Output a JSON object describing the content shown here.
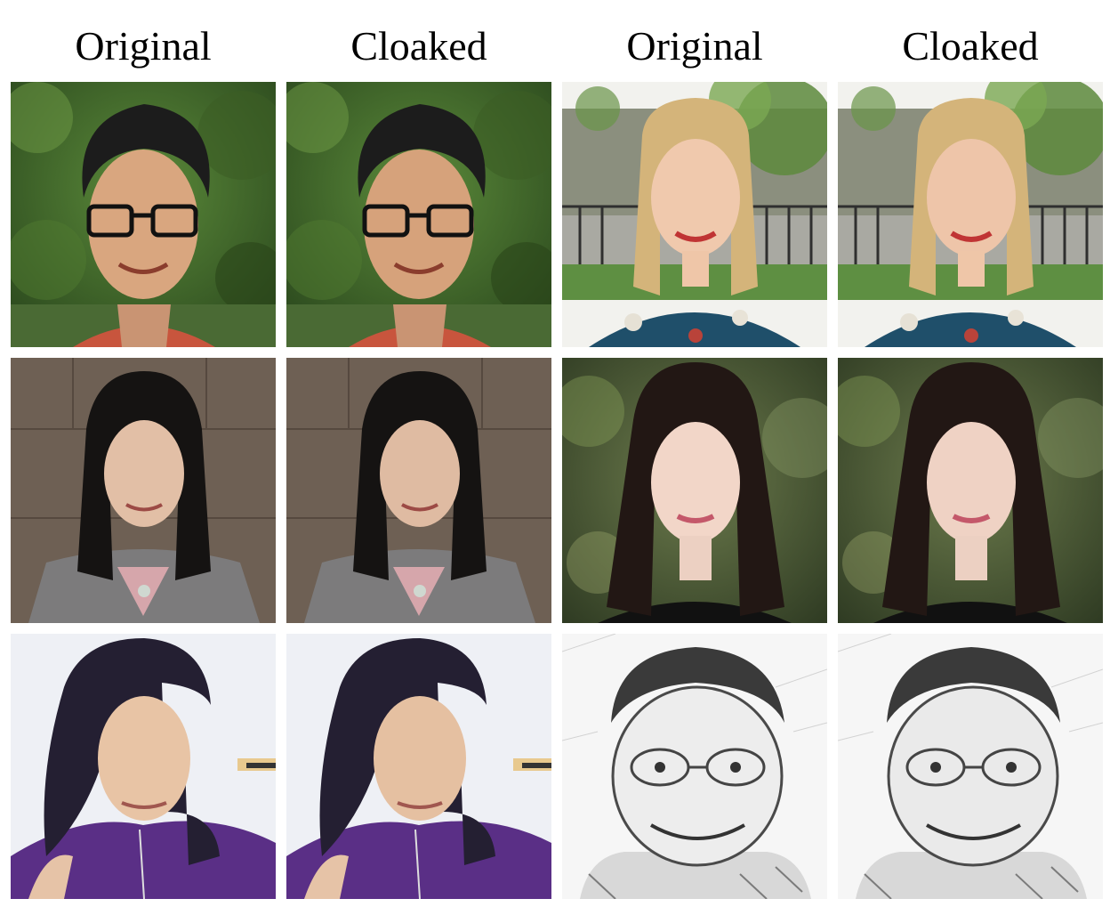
{
  "column_labels": [
    "Original",
    "Cloaked",
    "Original",
    "Cloaked"
  ],
  "grid": {
    "rows": [
      {
        "pair_left": {
          "scene": "young-man-with-glasses-green-foliage",
          "background": "#3f6d2c"
        },
        "pair_right": {
          "scene": "blonde-woman-floral-top-garden-railing",
          "background": "#9aa88a"
        }
      },
      {
        "pair_left": {
          "scene": "woman-dark-hair-stone-wall",
          "background": "#6a5b50"
        },
        "pair_right": {
          "scene": "woman-long-dark-hair-green-bokeh",
          "background": "#4a5a38"
        }
      },
      {
        "pair_left": {
          "scene": "woman-bob-haircut-purple-top",
          "background": "#eef0f4"
        },
        "pair_right": {
          "scene": "man-with-glasses-pencil-sketch",
          "background": "#f4f4f4"
        }
      }
    ]
  }
}
